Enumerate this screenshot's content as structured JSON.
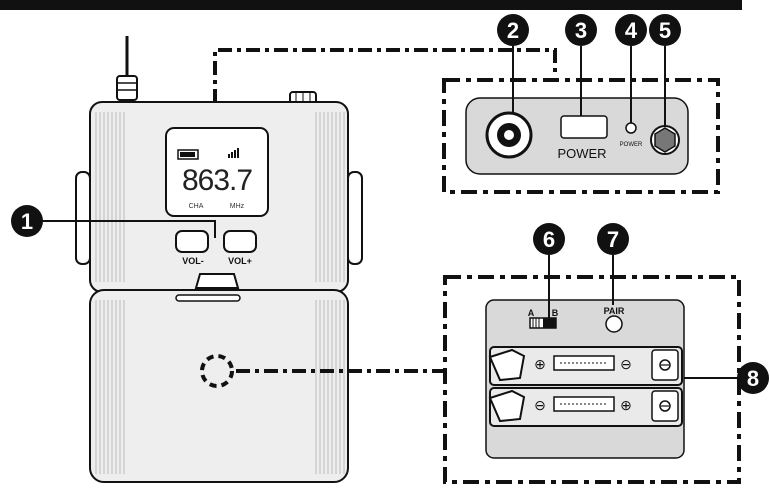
{
  "callouts": [
    {
      "number": "1"
    },
    {
      "number": "2"
    },
    {
      "number": "3"
    },
    {
      "number": "4"
    },
    {
      "number": "5"
    },
    {
      "number": "6"
    },
    {
      "number": "7"
    },
    {
      "number": "8"
    }
  ],
  "lcd": {
    "frequency": "863.7",
    "channel_label": "CHA",
    "unit_label": "MHz"
  },
  "buttons": {
    "vol_minus": "VOL-",
    "vol_plus": "VOL+"
  },
  "top_panel": {
    "power_label": "POWER",
    "power_led_label": "POWER"
  },
  "battery_panel": {
    "switch_label_a": "A",
    "switch_label_b": "B",
    "pair_label": "PAIR",
    "plus_sign": "⊕",
    "minus_sign": "⊖"
  },
  "colors": {
    "line": "#111111",
    "body_fill": "#eeeeee",
    "panel_fill": "#d9d9d9",
    "badge_fill": "#111111",
    "badge_text": "#ffffff"
  }
}
